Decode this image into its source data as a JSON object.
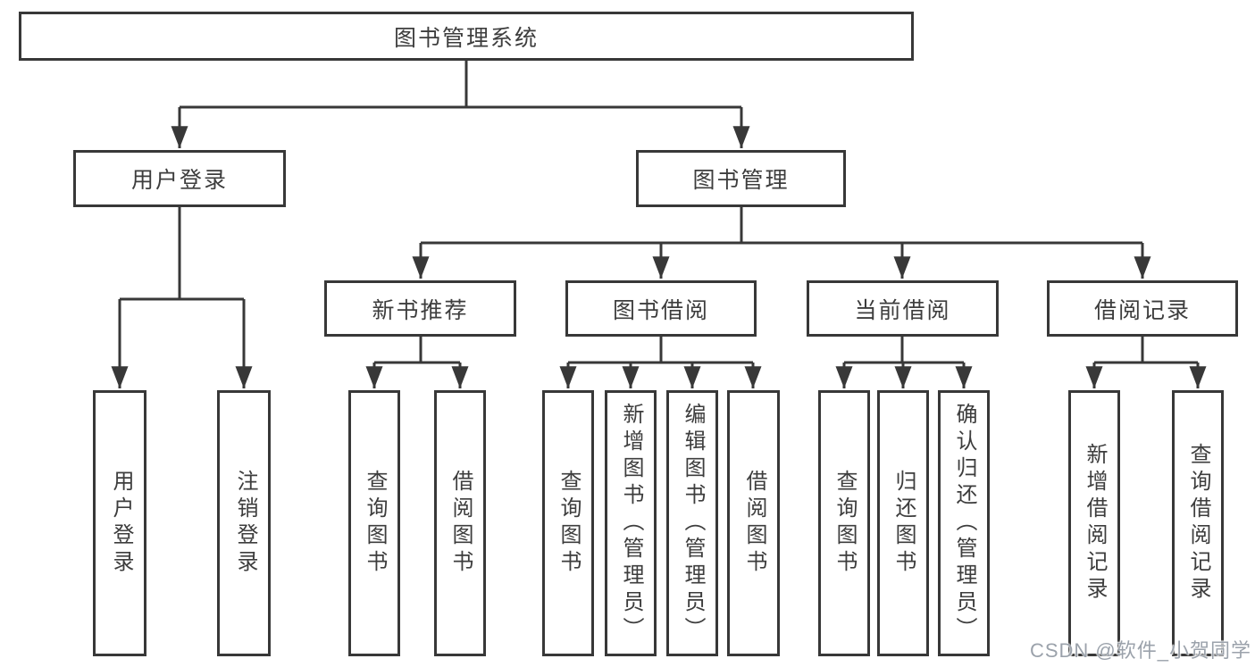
{
  "diagram": {
    "root": {
      "label": "图书管理系统"
    },
    "level2": {
      "user_login": {
        "label": "用户登录"
      },
      "book_management": {
        "label": "图书管理"
      }
    },
    "level3": {
      "new_book_recommend": {
        "label": "新书推荐"
      },
      "book_borrowing": {
        "label": "图书借阅"
      },
      "current_borrowing": {
        "label": "当前借阅"
      },
      "borrowing_records": {
        "label": "借阅记录"
      }
    },
    "leaves": {
      "user_login": {
        "label": "用户登录"
      },
      "logout": {
        "label": "注销登录"
      },
      "rec_query_books": {
        "label": "查询图书"
      },
      "rec_borrow_books": {
        "label": "借阅图书"
      },
      "borrow_query_books": {
        "label": "查询图书"
      },
      "borrow_add_books": {
        "label": "新增图书（管理员）"
      },
      "borrow_edit_books": {
        "label": "编辑图书（管理员）"
      },
      "borrow_borrow_books": {
        "label": "借阅图书"
      },
      "cur_query_books": {
        "label": "查询图书"
      },
      "cur_return_books": {
        "label": "归还图书"
      },
      "cur_confirm_return": {
        "label": "确认归还（管理员）"
      },
      "rec_add_record": {
        "label": "新增借阅记录"
      },
      "rec_query_record": {
        "label": "查询借阅记录"
      }
    }
  },
  "watermark": {
    "text": "CSDN @软件_小贺同学"
  },
  "colors": {
    "line": "#383838",
    "text": "#3d3d3d",
    "background": "#ffffff",
    "watermark": "#9ba2ab"
  }
}
